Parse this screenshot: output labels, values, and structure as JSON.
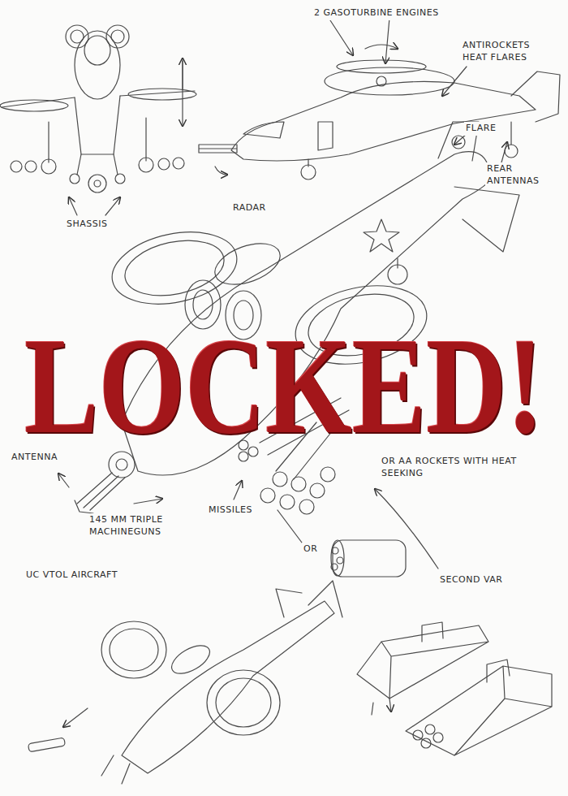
{
  "diagram": {
    "labels": [
      "2 GASOTURBINE ENGINES",
      "ANTIROCKETS HEAT FLARES",
      "FLARE",
      "REAR ANTENNAS",
      "SHASSIS",
      "RADAR",
      "LOCKED!",
      "ANTENNA",
      "OR AA ROCKETS WITH HEAT SEEKING",
      "145 MM TRIPLE MACHINEGUNS",
      "MISSILES",
      "OR",
      "SECOND VAR",
      "UC VTOL AIRCRAFT"
    ]
  }
}
